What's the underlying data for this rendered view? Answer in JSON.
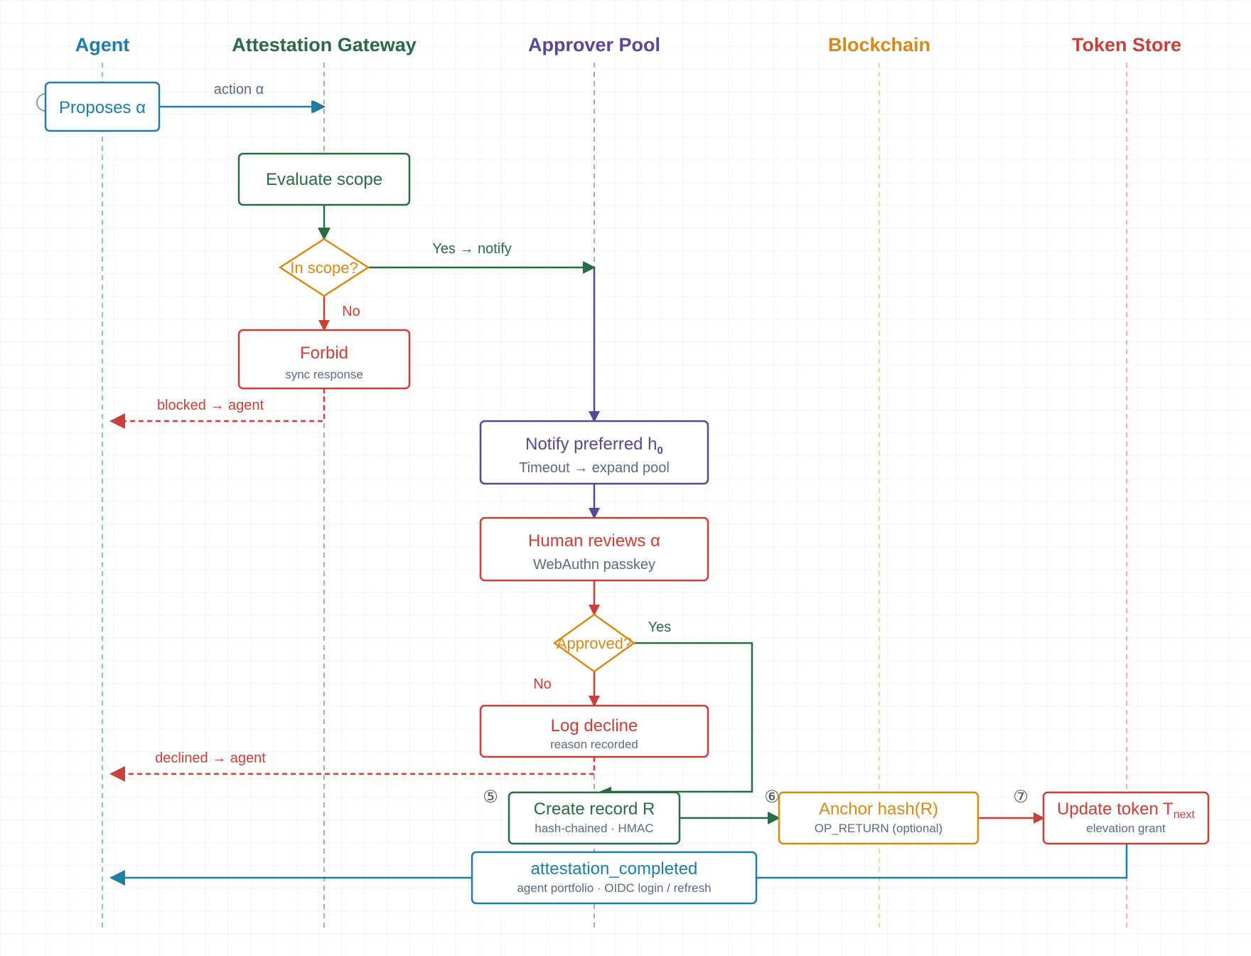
{
  "colors": {
    "agent": "#1f7ea1",
    "gateway": "#2a6a47",
    "approver": "#5a4691",
    "blockchain": "#d48a17",
    "token": "#c9403a",
    "subtext": "#5a6b80",
    "grid": "#eeeeee"
  },
  "lanes": {
    "agent": "Agent",
    "gateway": "Attestation Gateway",
    "approver": "Approver Pool",
    "blockchain": "Blockchain",
    "token": "Token Store"
  },
  "nodes": {
    "proposes": {
      "title": "Proposes α"
    },
    "evaluate": {
      "title": "Evaluate scope"
    },
    "in_scope": {
      "label": "In scope?"
    },
    "forbid": {
      "title": "Forbid",
      "sub": "sync response"
    },
    "notify": {
      "title": "Notify preferred h",
      "subscript": "0",
      "sub": "Timeout → expand pool"
    },
    "human": {
      "title": "Human reviews α",
      "sub": "WebAuthn passkey"
    },
    "approved": {
      "label": "Approved?"
    },
    "log_decline": {
      "title": "Log decline",
      "sub": "reason recorded"
    },
    "create_record": {
      "title": "Create record R",
      "sub": "hash-chained · HMAC",
      "step": "⑤"
    },
    "anchor": {
      "title": "Anchor hash(R)",
      "sub": "OP_RETURN (optional)",
      "step": "⑥"
    },
    "update_token": {
      "title": "Update token T",
      "subscript": "next",
      "sub": "elevation grant",
      "step": "⑦"
    },
    "attestation": {
      "title": "attestation_completed",
      "sub": "agent portfolio · OIDC login / refresh"
    }
  },
  "edges": {
    "action": "action α",
    "yes_notify": "Yes → notify",
    "no1": "No",
    "blocked": "blocked → agent",
    "yes2": "Yes",
    "no2": "No",
    "declined": "declined → agent"
  }
}
